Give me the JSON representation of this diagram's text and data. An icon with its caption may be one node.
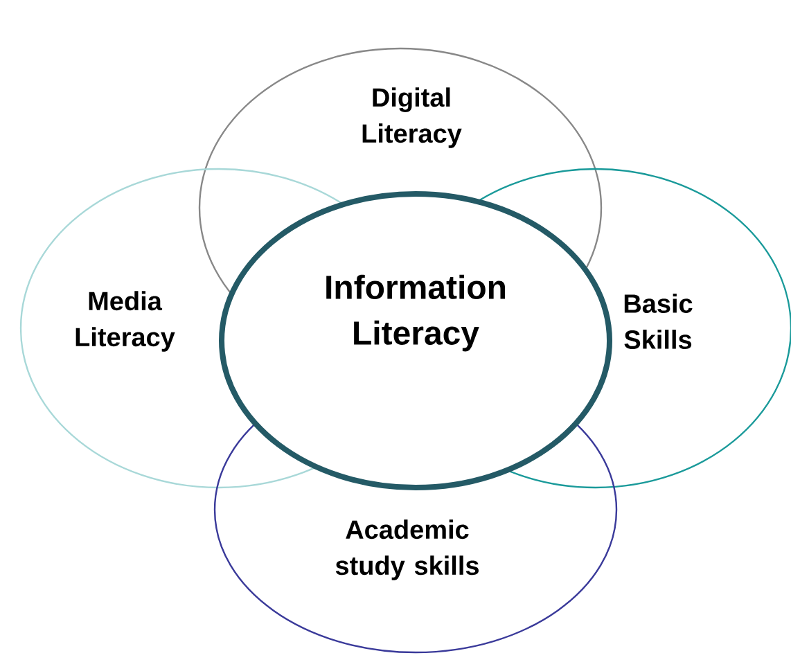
{
  "diagram": {
    "nodes": [
      {
        "text": [
          "Digital Literacy"
        ]
      },
      {
        "text": [
          "Media Literacy"
        ]
      },
      {
        "text": [
          "Information Literacy"
        ]
      },
      {
        "text": [
          "Basic Skills"
        ]
      },
      {
        "text": [
          "Academic study skills"
        ]
      }
    ]
  }
}
